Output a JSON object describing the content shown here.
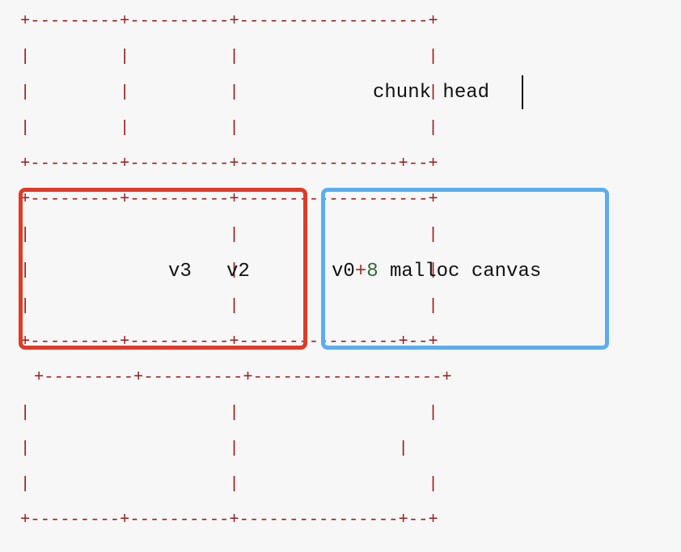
{
  "diagram": {
    "rows": [
      {
        "label_right": "chunk head"
      },
      {
        "label_left": "v3   v2",
        "label_right_var": "v0",
        "label_right_op": "+",
        "label_right_num": "8",
        "label_right_rest": " malloc canvas"
      },
      {}
    ]
  },
  "highlights": {
    "left_color": "#e03a28",
    "right_color": "#5aaeee"
  },
  "colors": {
    "ascii": "#9a1c1c",
    "text": "#111111",
    "number": "#2e6b34",
    "background": "#f7f7f7"
  }
}
